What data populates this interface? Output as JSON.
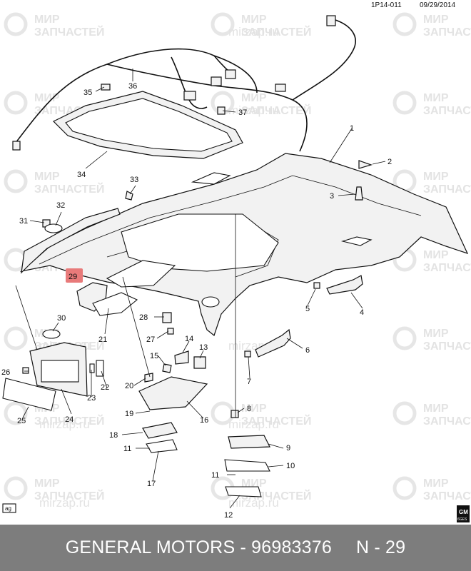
{
  "header": {
    "diagram_ref": "1P14-011",
    "date": "09/29/2014"
  },
  "watermark": {
    "line1": "МИР",
    "line2": "ЗАПЧАСТЕЙ",
    "url": "mirzap.ru"
  },
  "highlight": {
    "callout": "29",
    "color": "#e87a7a"
  },
  "callouts": [
    "1",
    "2",
    "3",
    "4",
    "5",
    "6",
    "7",
    "8",
    "9",
    "10",
    "11",
    "11",
    "12",
    "13",
    "14",
    "15",
    "16",
    "17",
    "18",
    "19",
    "20",
    "21",
    "22",
    "23",
    "24",
    "25",
    "26",
    "27",
    "28",
    "30",
    "31",
    "32",
    "33",
    "34",
    "35",
    "36",
    "37"
  ],
  "badges": {
    "left": "ag",
    "right_line1": "GM",
    "right_line2": "6GES"
  },
  "footer": {
    "brand_part": "GENERAL MOTORS - 96983376",
    "page_ref": "N - 29"
  }
}
